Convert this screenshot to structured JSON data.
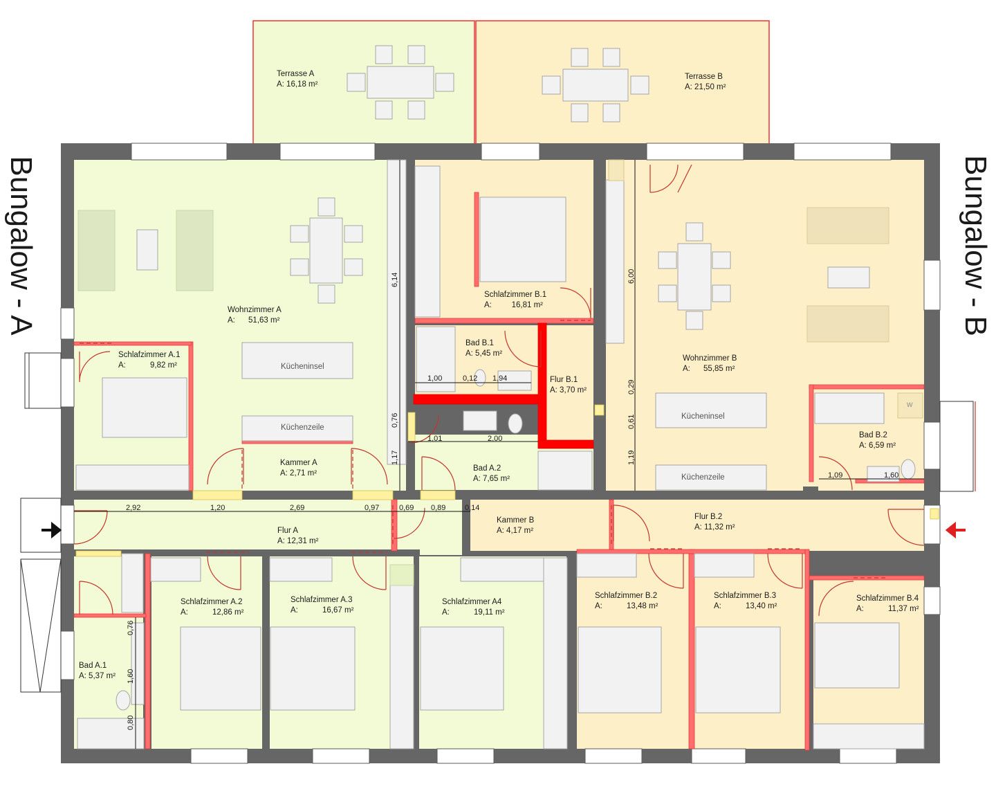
{
  "labels": {
    "bungalow_a": "Bungalow - A",
    "bungalow_b": "Bungalow - B"
  },
  "colors": {
    "apartment_a": "#f2fbd6",
    "apartment_b": "#fdf0c8",
    "wall": "#666666",
    "new_wall": "#ff5252",
    "entry_arrow_a": "#111111",
    "entry_arrow_b": "#e02020"
  },
  "rooms": [
    {
      "id": "terrasse-a",
      "name": "Terrasse A",
      "area": "A: 16,18 m²"
    },
    {
      "id": "terrasse-b",
      "name": "Terrasse B",
      "area": "A: 21,50 m²"
    },
    {
      "id": "wohnzimmer-a",
      "name": "Wohnzimmer A",
      "area": "A:      51,63 m²"
    },
    {
      "id": "schlafzimmer-a1",
      "name": "Schlafzimmer A.1",
      "area": "A:           9,82 m²"
    },
    {
      "id": "kammer-a",
      "name": "Kammer A",
      "area": "A: 2,71 m²"
    },
    {
      "id": "schlafzimmer-b1",
      "name": "Schlafzimmer B.1",
      "area": "A:         16,81 m²"
    },
    {
      "id": "bad-b1",
      "name": "Bad B.1",
      "area": "A: 5,45 m²"
    },
    {
      "id": "flur-b1",
      "name": "Flur B.1",
      "area": "A: 3,70 m²"
    },
    {
      "id": "bad-a2",
      "name": "Bad A.2",
      "area": "A: 7,65 m²"
    },
    {
      "id": "wohnzimmer-b",
      "name": "Wohnzimmer B",
      "area": "A:      55,85 m²"
    },
    {
      "id": "bad-b2",
      "name": "Bad B.2",
      "area": "A: 6,59 m²"
    },
    {
      "id": "flur-a",
      "name": "Flur A",
      "area": "A: 12,31 m²"
    },
    {
      "id": "kammer-b",
      "name": "Kammer B",
      "area": "A: 4,17 m²"
    },
    {
      "id": "flur-b2",
      "name": "Flur B.2",
      "area": "A: 11,32 m²"
    },
    {
      "id": "schlafzimmer-a2",
      "name": "Schlafzimmer A.2",
      "area": "A:           12,86 m²"
    },
    {
      "id": "schlafzimmer-a3",
      "name": "Schlafzimmer A.3",
      "area": "A:           16,67 m²"
    },
    {
      "id": "schlafzimmer-a4",
      "name": "Schlafzimmer A4",
      "area": "A:           19,11 m²"
    },
    {
      "id": "schlafzimmer-b2",
      "name": "Schlafzimmer B.2",
      "area": "A:           13,48 m²"
    },
    {
      "id": "schlafzimmer-b3",
      "name": "Schlafzimmer B.3",
      "area": "A:           13,40 m²"
    },
    {
      "id": "schlafzimmer-b4",
      "name": "Schlafzimmer B.4",
      "area": "A:           11,37 m²"
    },
    {
      "id": "bad-a1",
      "name": "Bad A.1",
      "area": "A: 5,37 m²"
    }
  ],
  "furniture_labels": {
    "kuecheninsel_a": "Kücheninsel",
    "kuechenzeile_a": "Küchenzeile",
    "kuecheninsel_b": "Kücheninsel",
    "kuechenzeile_b": "Küchenzeile",
    "washer": "W"
  },
  "dimensions": [
    "2,92",
    "1,20",
    "2,69",
    "0,97",
    "0,69",
    "0,89",
    "0,14",
    "6,14",
    "0,76",
    "1,17",
    "1,00",
    "0,12",
    "1,94",
    "1,01",
    "2,00",
    "6,00",
    "0,29",
    "0,61",
    "1,19",
    "1,09",
    "1,60",
    "0,76",
    "1,60",
    "0,80"
  ]
}
